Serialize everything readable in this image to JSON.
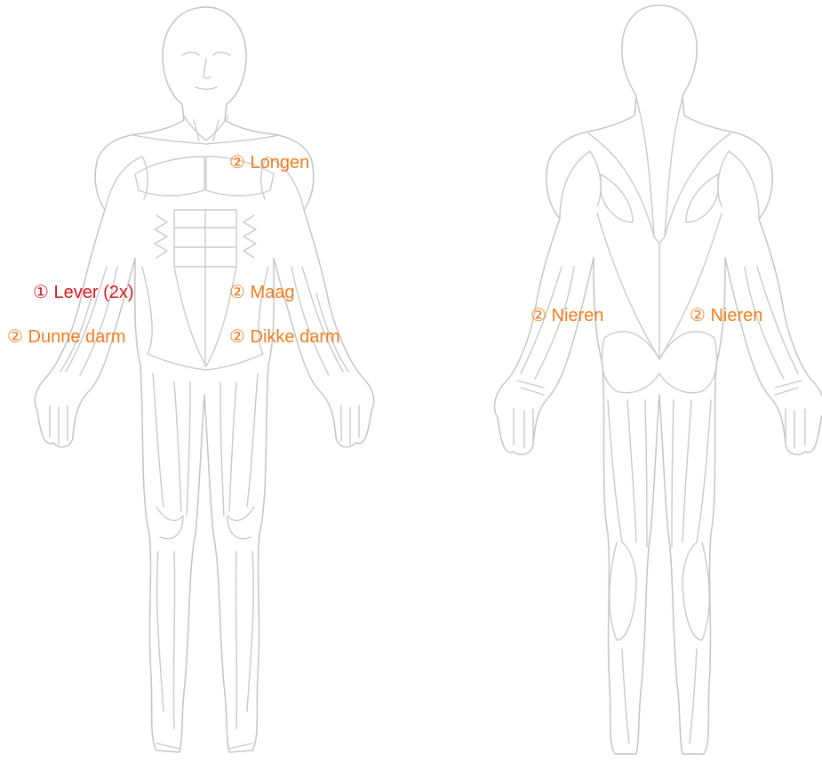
{
  "colors": {
    "label_primary": "#d6151e",
    "label_secondary": "#f07b1e",
    "body_outline": "#c4c4c4"
  },
  "labels": {
    "longen": {
      "num": "②",
      "text": "Longen"
    },
    "lever": {
      "num": "①",
      "text": "Lever (2x)"
    },
    "maag": {
      "num": "②",
      "text": "Maag"
    },
    "dunne_darm": {
      "num": "②",
      "text": "Dunne darm"
    },
    "dikke_darm": {
      "num": "②",
      "text": "Dikke darm"
    },
    "nieren_left": {
      "num": "②",
      "text": "Nieren"
    },
    "nieren_right": {
      "num": "②",
      "text": "Nieren"
    }
  }
}
